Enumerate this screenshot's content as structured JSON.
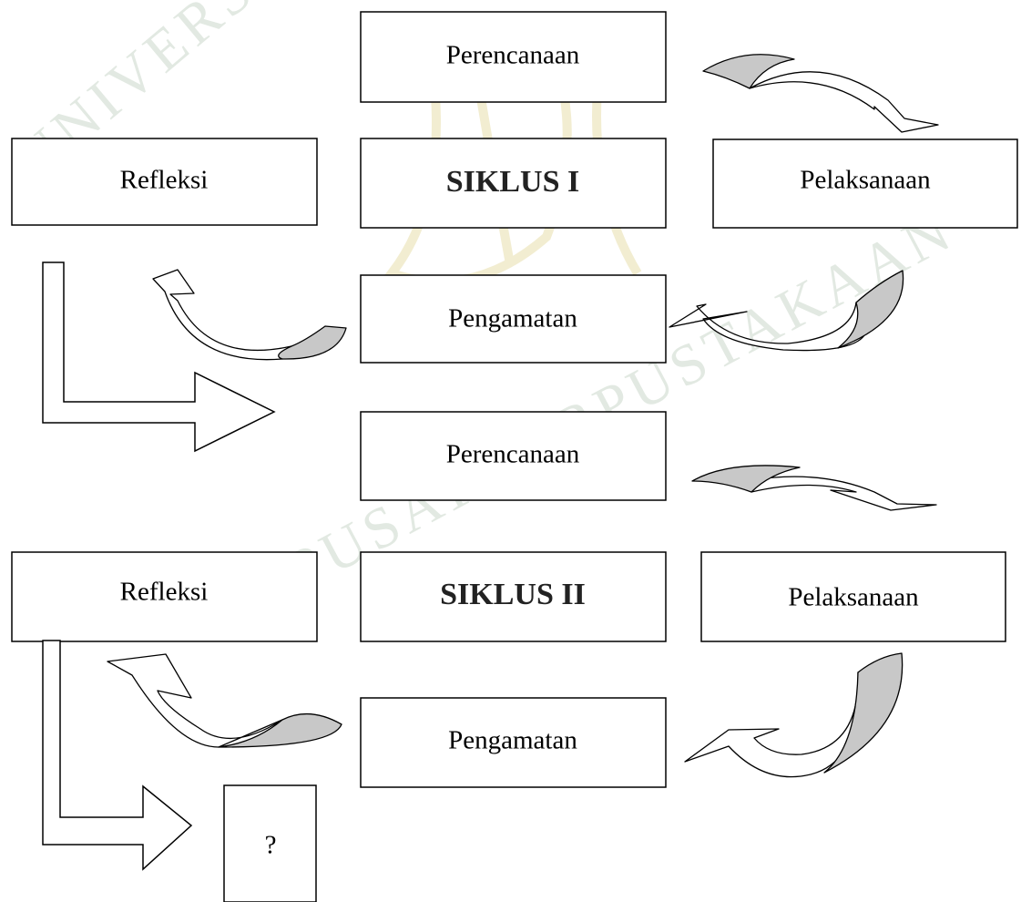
{
  "watermark": {
    "top_text": "UNIVERSITAS ISLAM NEGERI MALANG",
    "bottom_text": "PUSAT PERPUSTAKAAN"
  },
  "cycle1": {
    "title": "SIKLUS I",
    "planning": "Perencanaan",
    "action": "Pelaksanaan",
    "observation": "Pengamatan",
    "reflection": "Refleksi"
  },
  "cycle2": {
    "title": "SIKLUS II",
    "planning": "Perencanaan",
    "action": "Pelaksanaan",
    "observation": "Pengamatan",
    "reflection": "Refleksi"
  },
  "next": {
    "label": "?"
  },
  "colors": {
    "box_border": "#000000",
    "arrow_shade": "#c8c8c8",
    "background": "#ffffff",
    "watermark": "#bfcfbf"
  }
}
